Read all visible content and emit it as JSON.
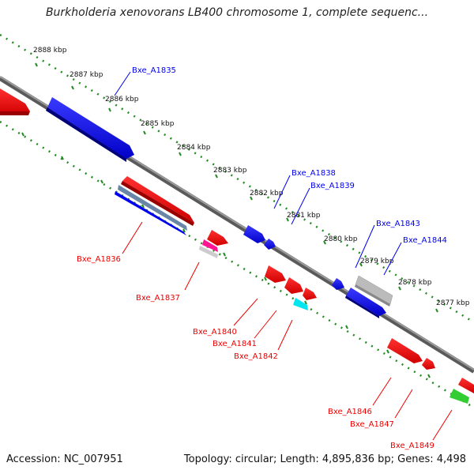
{
  "title": "Burkholderia xenovorans LB400 chromosome 1, complete sequenc...",
  "footer": {
    "accession": "Accession: NC_007951",
    "topology": "Topology: circular; Length: 4,895,836 bp; Genes: 4,498"
  },
  "ticks": [
    "2888 kbp",
    "2887 kbp",
    "2886 kbp",
    "2885 kbp",
    "2884 kbp",
    "2883 kbp",
    "2882 kbp",
    "2881 kbp",
    "2880 kbp",
    "2879 kbp",
    "2878 kbp",
    "2877 kbp"
  ],
  "genes_forward": [
    "Bxe_A1835",
    "Bxe_A1838",
    "Bxe_A1839",
    "Bxe_A1843",
    "Bxe_A1844"
  ],
  "genes_reverse": [
    "Bxe_A1836",
    "Bxe_A1837",
    "Bxe_A1840",
    "Bxe_A1841",
    "Bxe_A1842",
    "Bxe_A1846",
    "Bxe_A1847",
    "Bxe_A1849"
  ],
  "colors": {
    "forward_gene": "#0000ee",
    "reverse_gene": "#ee0000",
    "backbone": "#808080",
    "ticks": "#228b22",
    "magenta": "#ff1493",
    "cyan": "#00e5ee",
    "green": "#32cd32",
    "grey": "#bbbbbb"
  }
}
